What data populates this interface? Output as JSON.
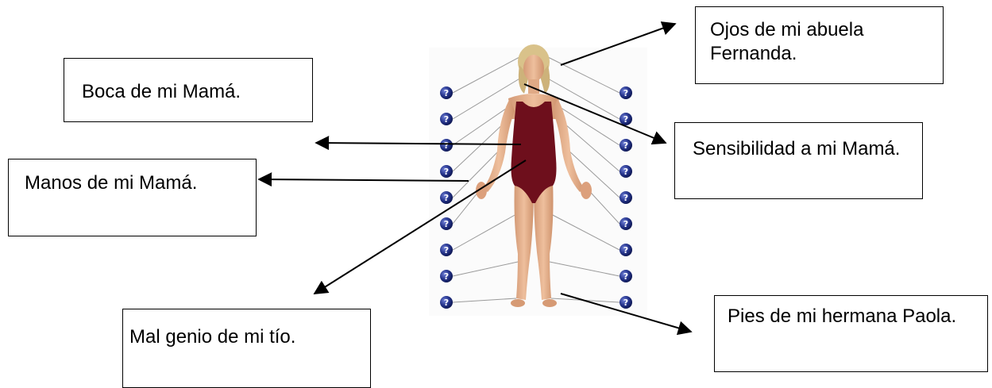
{
  "labels": {
    "eyes": "Ojos de mi abuela Fernanda.",
    "mouth": "Boca de mi Mamá.",
    "sensitivity": "Sensibilidad a mi Mamá.",
    "hands": "Manos de mi Mamá.",
    "temper": "Mal genio de mi tío.",
    "feet": "Pies de mi hermana Paola."
  },
  "figure": {
    "question_icon_glyph": "?",
    "marker_count_per_side": 9,
    "colors": {
      "marker": "#1b2a7a",
      "swimsuit": "#6e0f1c",
      "skin": "#e3b08d",
      "hair": "#d9c28a",
      "line": "#000000"
    }
  }
}
